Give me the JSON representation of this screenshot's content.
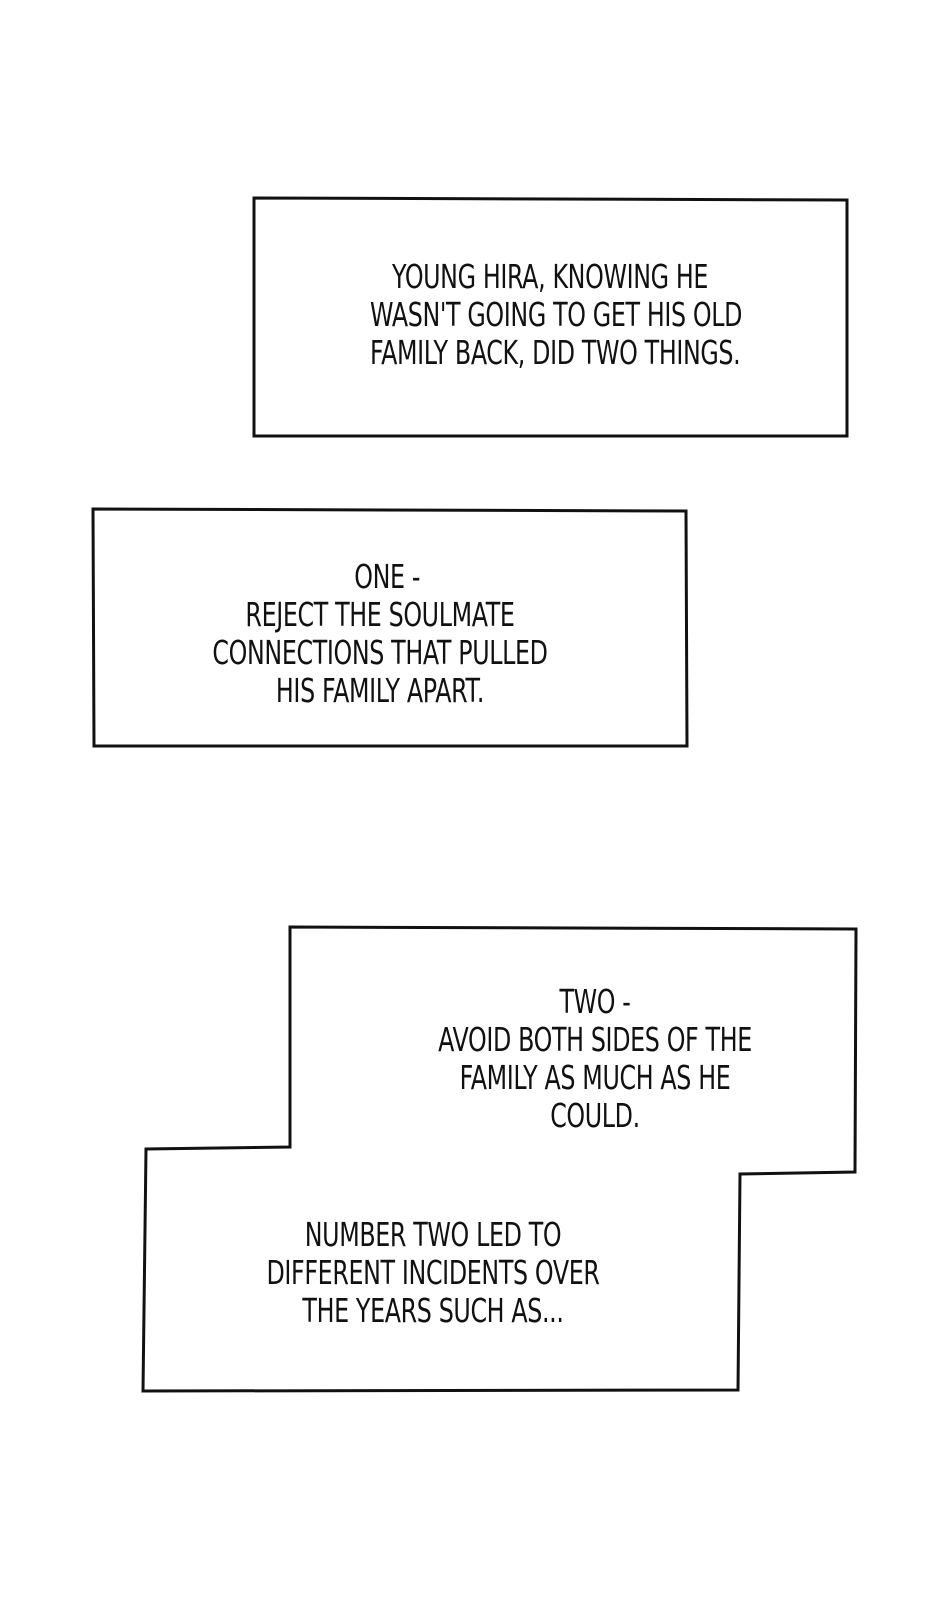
{
  "captions": {
    "box1": {
      "lines": [
        "YOUNG HIRA, KNOWING HE",
        "WASN'T GOING TO GET HIS OLD",
        "FAMILY BACK, DID TWO THINGS."
      ]
    },
    "box2": {
      "lines": [
        "ONE -",
        "REJECT THE SOULMATE",
        "CONNECTIONS THAT PULLED",
        "HIS FAMILY APART."
      ]
    },
    "box3": {
      "top_lines": [
        "TWO -",
        "AVOID BOTH SIDES OF THE",
        "FAMILY AS MUCH AS HE",
        "COULD."
      ],
      "bottom_lines": [
        "NUMBER TWO LED TO",
        "DIFFERENT INCIDENTS OVER",
        "THE YEARS SUCH AS..."
      ]
    }
  },
  "colors": {
    "ink": "#111111",
    "paper": "#ffffff"
  }
}
